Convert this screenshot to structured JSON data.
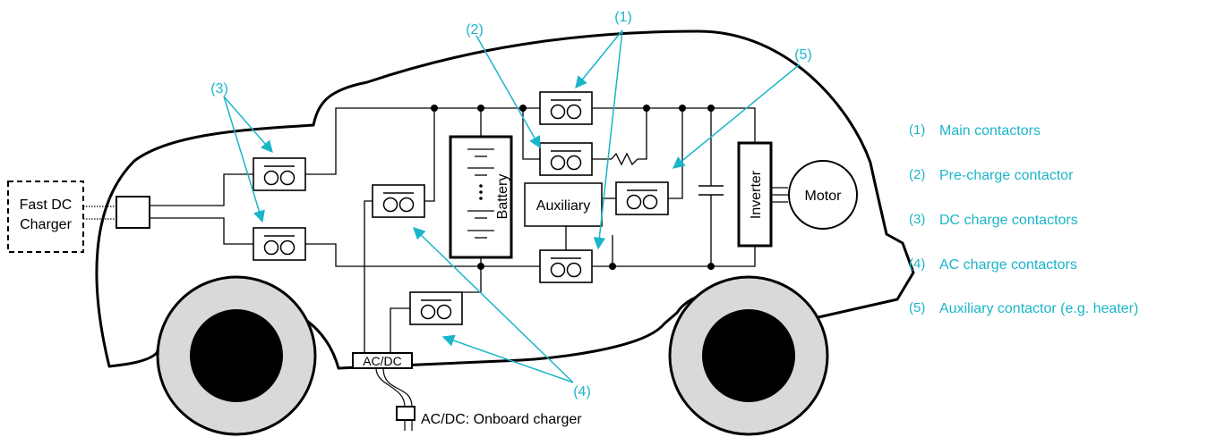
{
  "colors": {
    "accent": "#1bb5c9",
    "line": "#000000",
    "wheel": "#d9d9d9"
  },
  "labels": {
    "fast_dc_line1": "Fast DC",
    "fast_dc_line2": "Charger",
    "battery": "Battery",
    "auxiliary": "Auxiliary",
    "inverter": "Inverter",
    "motor": "Motor",
    "acdc": "AC/DC",
    "onboard_charger": "AC/DC: Onboard charger"
  },
  "callouts": {
    "c1": "(1)",
    "c2": "(2)",
    "c3": "(3)",
    "c4": "(4)",
    "c5": "(5)"
  },
  "legend": [
    {
      "num": "(1)",
      "text": "Main contactors"
    },
    {
      "num": "(2)",
      "text": "Pre-charge contactor"
    },
    {
      "num": "(3)",
      "text": "DC charge contactors"
    },
    {
      "num": "(4)",
      "text": "AC charge contactors"
    },
    {
      "num": "(5)",
      "text": "Auxiliary contactor (e.g. heater)"
    }
  ]
}
